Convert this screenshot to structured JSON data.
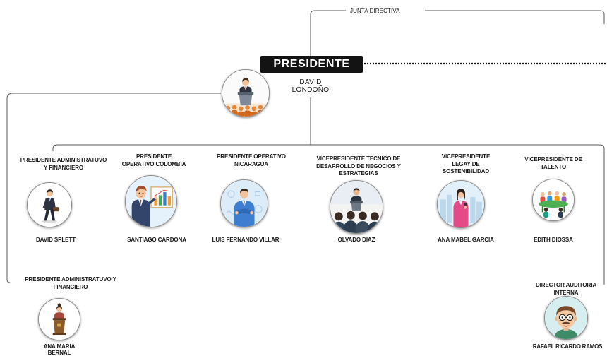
{
  "board": {
    "label": "JUNTA DIRECTIVA"
  },
  "president": {
    "title": "PRESIDENTE",
    "name_lines": [
      "DAVID",
      "LONDOÑO"
    ],
    "avatar_icon": "speaker-at-podium"
  },
  "direct_reports": [
    {
      "title_lines": [
        "PRESIDENTE ADMINISTRATUVO",
        "Y FINANCIERO"
      ],
      "name": "DAVID SPLETT",
      "avatar_icon": "walking-businessman"
    },
    {
      "title_lines": [
        "PRESIDENTE",
        "OPERATIVO COLOMBIA"
      ],
      "name": "SANTIAGO CARDONA",
      "avatar_icon": "presenter-with-chart"
    },
    {
      "title_lines": [
        "PRESIDENTE OPERATIVO",
        "NICARAGUA"
      ],
      "name": "LUIS FERNANDO VILLAR",
      "avatar_icon": "businessman-arms-crossed"
    },
    {
      "title_lines": [
        "VICEPRESIDENTE TECNICO DE",
        "DESARROLLO DE NEGOCIOS Y",
        "ESTRATEGIAS"
      ],
      "name": "OLVADO DIAZ",
      "avatar_icon": "speaker-with-audience"
    },
    {
      "title_lines": [
        "VICEPRESIDENTE",
        "LEGAY DE",
        "SOSTENIBILIDAD"
      ],
      "name": "ANA MABEL GARCIA",
      "avatar_icon": "businesswoman-with-phone"
    },
    {
      "title_lines": [
        "VICEPRESIDENTE DE",
        "TALENTO"
      ],
      "name": "EDITH DIOSSA",
      "avatar_icon": "team-meeting"
    }
  ],
  "side_left": {
    "title_lines": [
      "PRESIDENTE ADMINISTRATUVO Y",
      "FINANCIERO"
    ],
    "name_lines": [
      "ANA MARIA",
      "BERNAL"
    ],
    "avatar_icon": "woman-at-podium"
  },
  "side_right": {
    "title_lines": [
      "DIRECTOR AUDITORIA",
      "INTERNA"
    ],
    "name": "RAFAEL RICARDO RAMOS",
    "avatar_icon": "man-with-glasses"
  },
  "colors": {
    "title_box_bg": "#131313",
    "title_box_text": "#ffffff",
    "connector": "#5a5a5a",
    "text": "#1a1a1a"
  }
}
